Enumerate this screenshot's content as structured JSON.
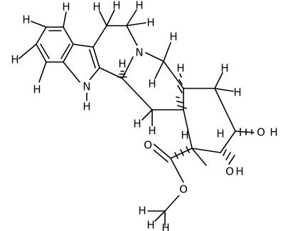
{
  "molecule": {
    "atoms": {
      "H_ring_1": "H",
      "H_ring_2": "H",
      "H_ring_3": "H",
      "H_ring_4": "H",
      "H_ch2_a": "H",
      "H_ch2_b": "H",
      "H_ch2_c": "H",
      "H_ch2_d": "H",
      "N_amine": "N",
      "H_c5_a": "H",
      "H_c5_b": "H",
      "H_c15": "H",
      "H_c3": "H",
      "NH": "N",
      "NH_H": "H",
      "H_c14_a": "H",
      "H_c14_b": "H",
      "H_c20": "H",
      "H_c19_a": "H",
      "H_c19_b": "H",
      "H_c18": "H",
      "O_hydroxyl1": "O",
      "H_hydroxyl1": "H",
      "H_c16": "H",
      "O_carbonyl": "O",
      "O_ester": "O",
      "O_hydroxyl2": "O",
      "H_hydroxyl2": "H",
      "H_methyl_1": "H",
      "H_methyl_2": "H",
      "H_methyl_3": "H"
    }
  }
}
